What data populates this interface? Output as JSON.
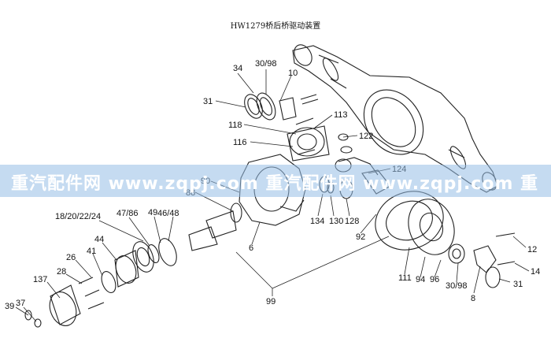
{
  "title": "HW1279桥后桥驱动装置",
  "watermark": "重汽配件网  www.zqpj.com 重汽配件网  www.zqpj.com 重",
  "parts": [
    {
      "id": "p34",
      "label": "34"
    },
    {
      "id": "p30-98-top",
      "label": "30/98"
    },
    {
      "id": "p10",
      "label": "10"
    },
    {
      "id": "p31-top",
      "label": "31"
    },
    {
      "id": "p118",
      "label": "118"
    },
    {
      "id": "p113",
      "label": "113"
    },
    {
      "id": "p116",
      "label": "116"
    },
    {
      "id": "p122",
      "label": "122"
    },
    {
      "id": "p124",
      "label": "124"
    },
    {
      "id": "p90",
      "label": "90"
    },
    {
      "id": "p88",
      "label": "88"
    },
    {
      "id": "p18",
      "label": "18/20/22/24"
    },
    {
      "id": "p47",
      "label": "47/86"
    },
    {
      "id": "p49",
      "label": "49"
    },
    {
      "id": "p46",
      "label": "46/48"
    },
    {
      "id": "p44",
      "label": "44"
    },
    {
      "id": "p26",
      "label": "26"
    },
    {
      "id": "p41",
      "label": "41"
    },
    {
      "id": "p28",
      "label": "28"
    },
    {
      "id": "p137",
      "label": "137"
    },
    {
      "id": "p39",
      "label": "39"
    },
    {
      "id": "p37",
      "label": "37"
    },
    {
      "id": "p6",
      "label": "6"
    },
    {
      "id": "p134",
      "label": "134"
    },
    {
      "id": "p130",
      "label": "130"
    },
    {
      "id": "p128",
      "label": "128"
    },
    {
      "id": "p92",
      "label": "92"
    },
    {
      "id": "p12",
      "label": "12"
    },
    {
      "id": "p14",
      "label": "14"
    },
    {
      "id": "p111",
      "label": "111"
    },
    {
      "id": "p94",
      "label": "94"
    },
    {
      "id": "p96",
      "label": "96"
    },
    {
      "id": "p30-98-bot",
      "label": "30/98"
    },
    {
      "id": "p8",
      "label": "8"
    },
    {
      "id": "p31-bot",
      "label": "31"
    },
    {
      "id": "p99",
      "label": "99"
    }
  ]
}
